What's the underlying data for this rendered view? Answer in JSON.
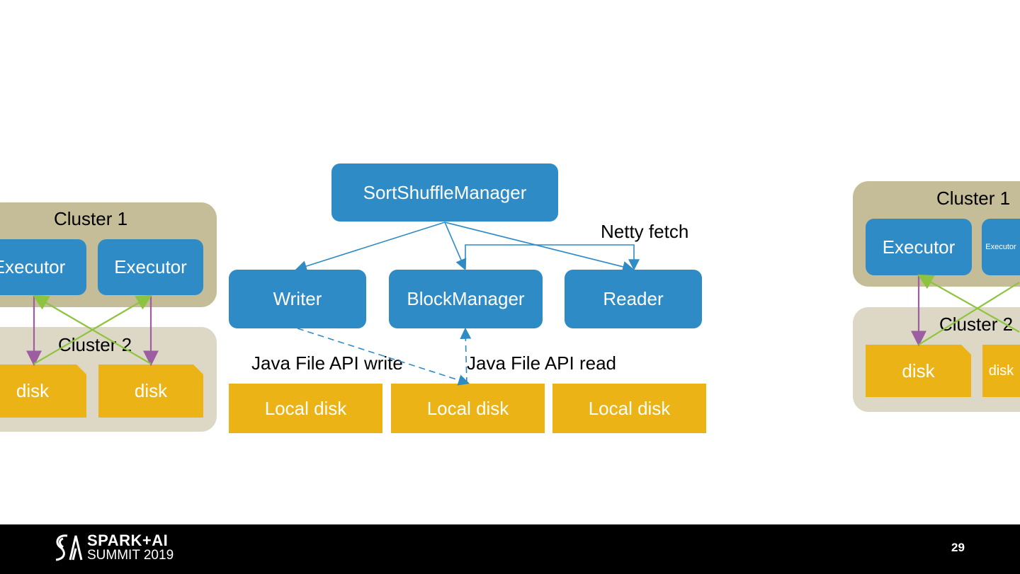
{
  "left_panel": {
    "cluster1": "Cluster 1",
    "cluster2": "Cluster 2",
    "executors": [
      "Executor",
      "Executor"
    ],
    "disks": [
      "disk",
      "disk"
    ]
  },
  "center_panel": {
    "manager": "SortShuffleManager",
    "writer": "Writer",
    "block_manager": "BlockManager",
    "reader": "Reader",
    "netty_fetch": "Netty fetch",
    "api_write": "Java File API write",
    "api_read": "Java File API read",
    "local_disks": [
      "Local disk",
      "Local disk",
      "Local disk"
    ]
  },
  "right_panel": {
    "cluster1": "Cluster 1",
    "cluster2": "Cluster 2",
    "executors": [
      "Executor",
      "Executor"
    ],
    "disks": [
      "disk",
      "disk"
    ]
  },
  "footer": {
    "logo_line1": "SPARK+AI",
    "logo_line2": "SUMMIT 2019",
    "page_number": "29"
  },
  "colors": {
    "box_blue": "#2e8bc6",
    "disk_gold": "#ecb316",
    "cluster1": "#c5bc98",
    "cluster2": "#ddd8c5",
    "write_arrow": "#9c5ea0",
    "read_arrow": "#8dc43f"
  }
}
